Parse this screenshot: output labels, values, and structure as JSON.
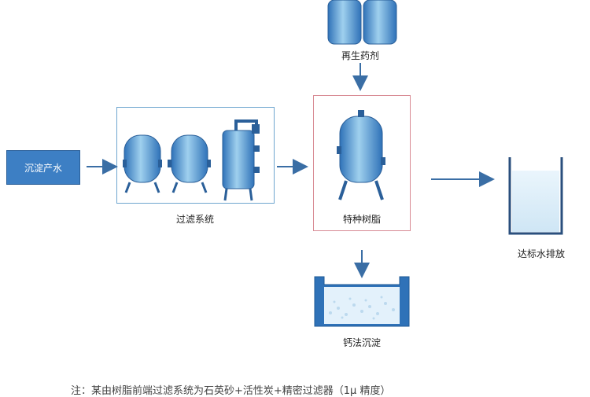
{
  "nodes": {
    "sedimentation_water": "沉淀产水",
    "filter_system": "过滤系统",
    "special_resin": "特种树脂",
    "regenerant": "再生药剂",
    "discharge": "达标水排放",
    "calcium_precip": "钙法沉淀"
  },
  "footnote": "注：某由树脂前端过滤系统为石英砂+活性炭+精密过滤器（1μ 精度）",
  "colors": {
    "tank_dark": "#2f72b8",
    "tank_light": "#d9ecf8",
    "arrow": "#3a6ea5",
    "filter_border": "#6fa6cf",
    "resin_border": "#d88b94"
  }
}
